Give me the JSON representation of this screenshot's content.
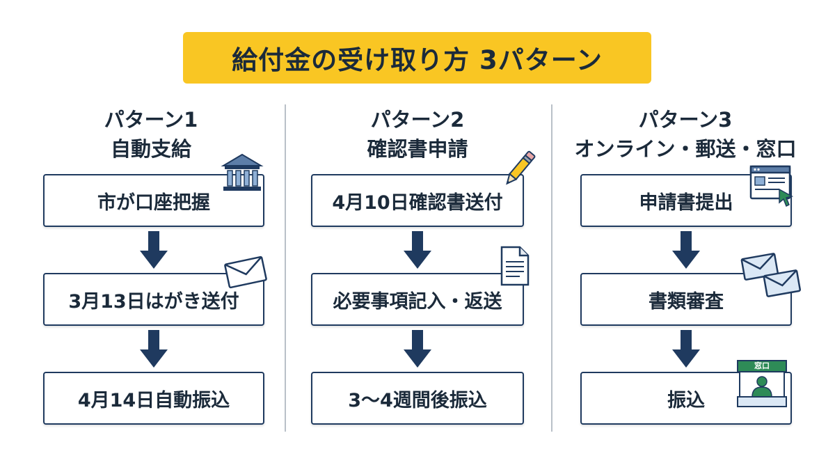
{
  "title": "給付金の受け取り方 3パターン",
  "patterns": [
    {
      "heading_line1": "パターン1",
      "heading_line2": "自動支給",
      "steps": [
        "市が口座把握",
        "3月13日はがき送付",
        "4月14日自動振込"
      ],
      "icons": [
        "bank-icon",
        "envelope-icon"
      ]
    },
    {
      "heading_line1": "パターン2",
      "heading_line2": "確認書申請",
      "steps": [
        "4月10日確認書送付",
        "必要事項記入・返送",
        "3〜4週間後振込"
      ],
      "icons": [
        "pencil-icon",
        "document-icon"
      ]
    },
    {
      "heading_line1": "パターン3",
      "heading_line2": "オンライン・郵送・窓口",
      "steps": [
        "申請書提出",
        "書類審査",
        "振込"
      ],
      "icons": [
        "browser-window-icon",
        "envelopes-icon",
        "service-counter-icon"
      ],
      "counter_sign": "窓口"
    }
  ],
  "colors": {
    "banner": "#f9c623",
    "text": "#1b2a3a",
    "box_border": "#1f3a5f",
    "arrow": "#1f3a5f",
    "divider": "#b9c0c8",
    "counter_green": "#2e8b57"
  }
}
